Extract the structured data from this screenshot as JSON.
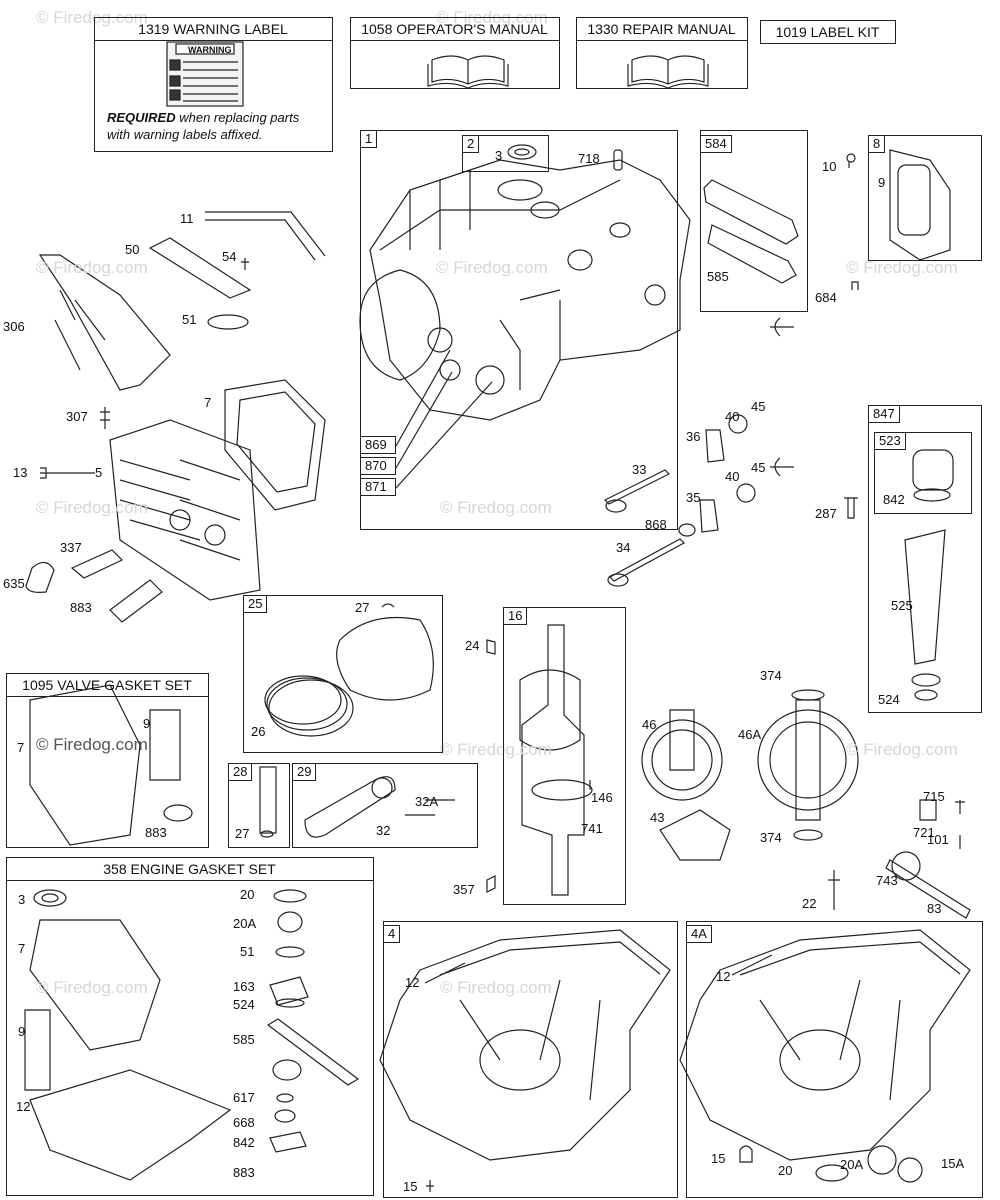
{
  "watermark": "© Firedog.com",
  "watermark_small": "Firedog.com",
  "header_boxes": {
    "warning_label": "1319 WARNING LABEL",
    "operators_manual": "1058 OPERATOR'S MANUAL",
    "repair_manual": "1330 REPAIR MANUAL",
    "label_kit": "1019 LABEL KIT"
  },
  "warning_decal": {
    "heading": "WARNING"
  },
  "warning_note": {
    "bold": "REQUIRED",
    "rest": " when replacing parts",
    "line2": "with warning labels affixed."
  },
  "kits": {
    "valve_gasket_set": "1095 VALVE GASKET SET",
    "engine_gasket_set": "358 ENGINE GASKET SET"
  },
  "group_tags": {
    "g1": "1",
    "g2": "2",
    "g584": "584",
    "g8": "8",
    "g847": "847",
    "g523": "523",
    "g25": "25",
    "g16": "16",
    "g28": "28",
    "g29": "29",
    "g4": "4",
    "g4a": "4A",
    "g869": "869",
    "g870": "870",
    "g871": "871"
  },
  "part_labels": {
    "p3a": "3",
    "p718": "718",
    "p585a": "585",
    "p10": "10",
    "p9a": "9",
    "p684": "684",
    "p11": "11",
    "p50": "50",
    "p54": "54",
    "p51a": "51",
    "p306": "306",
    "p307": "307",
    "p7a": "7",
    "p13": "13",
    "p5": "5",
    "p337": "337",
    "p635": "635",
    "p883a": "883",
    "p40a": "40",
    "p45a": "45",
    "p36": "36",
    "p33": "33",
    "p40b": "40",
    "p45b": "45",
    "p35": "35",
    "p868": "868",
    "p34": "34",
    "p287": "287",
    "p842a": "842",
    "p525": "525",
    "p524a": "524",
    "p27a": "27",
    "p26": "26",
    "p24": "24",
    "p7b": "7",
    "p9b": "9",
    "p883b": "883",
    "p27b": "27",
    "p32a": "32A",
    "p32": "32",
    "p146": "146",
    "p741": "741",
    "p357": "357",
    "p46": "46",
    "p43": "43",
    "p374a": "374",
    "p46a": "46A",
    "p374b": "374",
    "p715": "715",
    "p721": "721",
    "p101": "101",
    "p743": "743",
    "p22": "22",
    "p83": "83",
    "p3b": "3",
    "p7c": "7",
    "p9c": "9",
    "p12a": "12",
    "p20a": "20",
    "p20aa": "20A",
    "p51b": "51",
    "p163": "163",
    "p524b": "524",
    "p585b": "585",
    "p617": "617",
    "p668": "668",
    "p842b": "842",
    "p883c": "883",
    "p12b": "12",
    "p15a": "15",
    "p12c": "12",
    "p15b": "15",
    "p20b": "20",
    "p20ab": "20A",
    "p15aa": "15A"
  },
  "icons": {
    "manual": "open-book-icon"
  }
}
